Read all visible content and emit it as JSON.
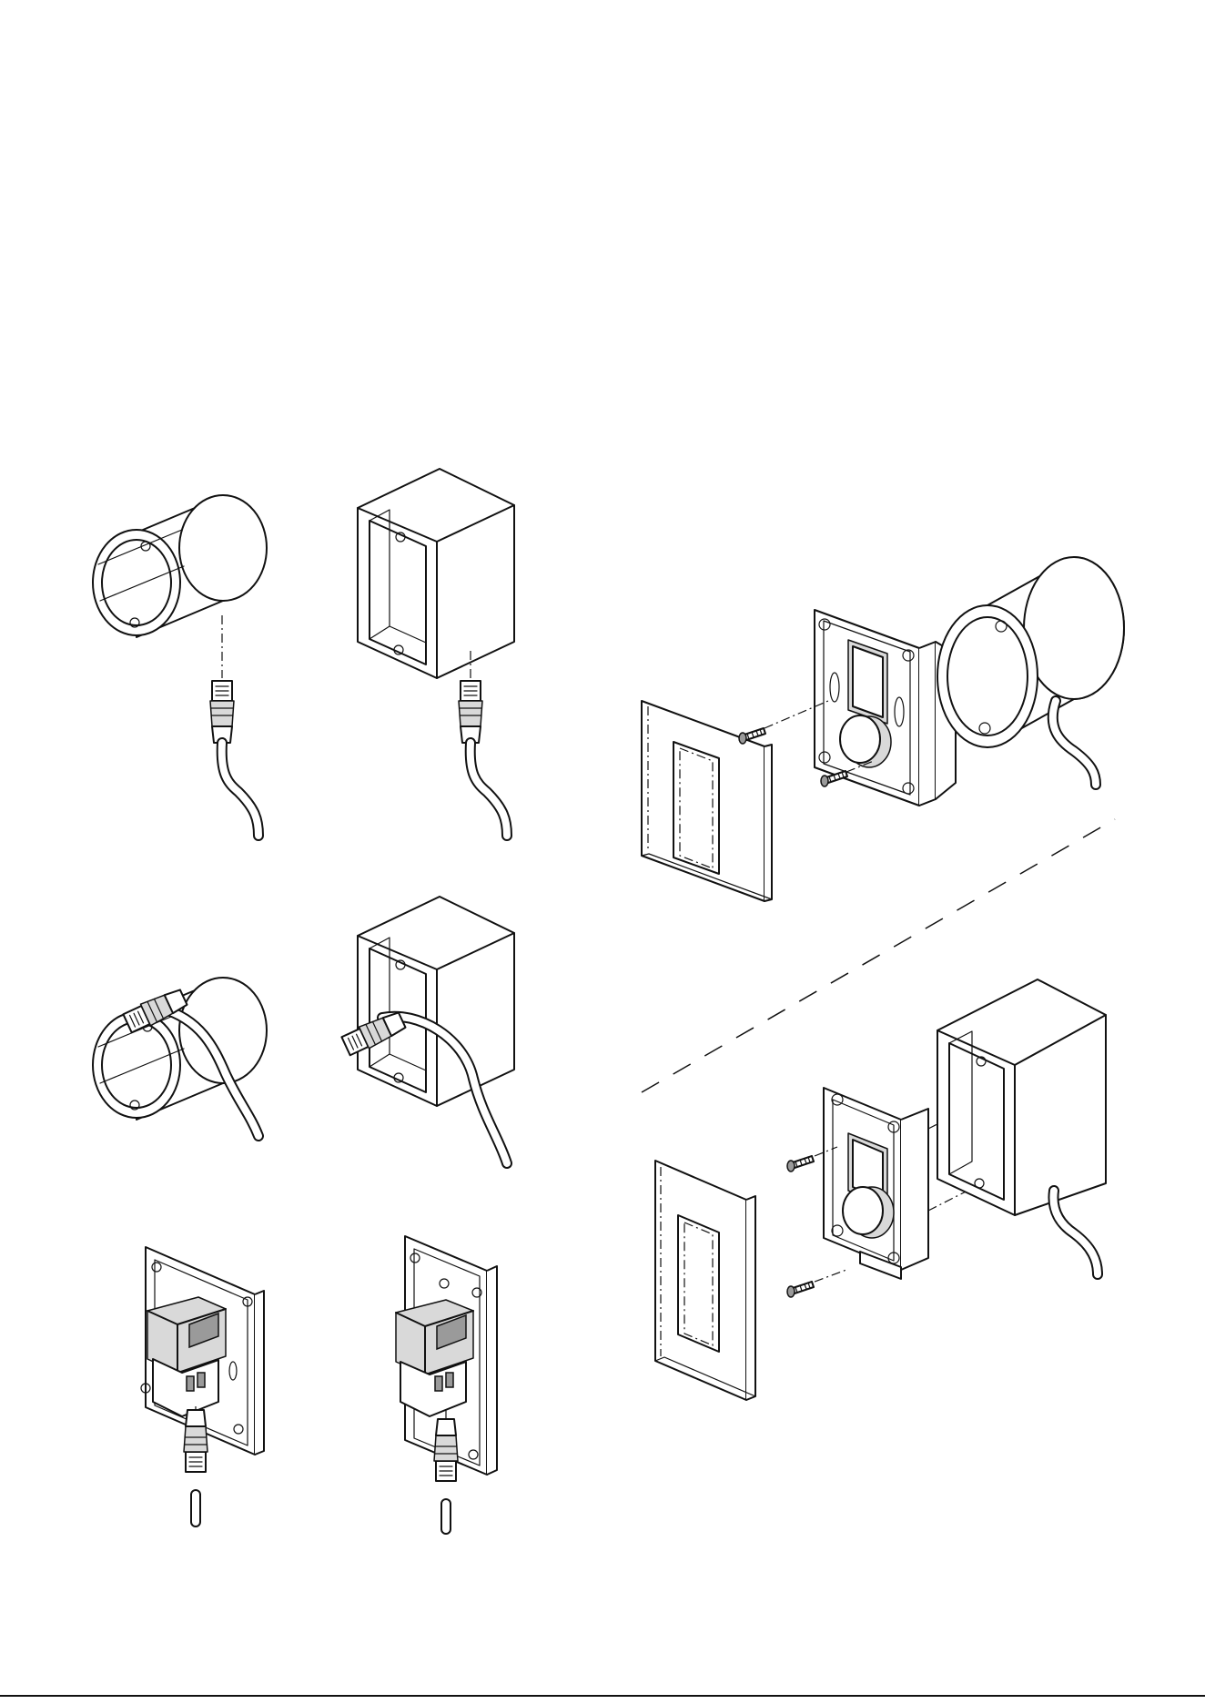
{
  "page": {
    "background": "#ffffff",
    "line_color": "#111111"
  },
  "figures": [
    {
      "name": "round-box-cable-exit",
      "icons": [
        "round-backbox",
        "rj45-plug",
        "cable"
      ]
    },
    {
      "name": "square-box-cable-exit",
      "icons": [
        "rectangular-backbox",
        "rj45-plug",
        "cable"
      ]
    },
    {
      "name": "round-box-cable-through",
      "icons": [
        "round-backbox",
        "rj45-plug",
        "cable"
      ]
    },
    {
      "name": "square-box-cable-through",
      "icons": [
        "rectangular-backbox",
        "rj45-plug",
        "cable"
      ]
    },
    {
      "name": "eu-module-rear-connection",
      "icons": [
        "wall-plate-rear",
        "rj45-plug",
        "cable"
      ]
    },
    {
      "name": "us-module-rear-connection",
      "icons": [
        "wall-plate-rear",
        "rj45-plug",
        "cable"
      ]
    },
    {
      "name": "eu-exploded-assembly",
      "icons": [
        "cover-frame",
        "screw",
        "control-module",
        "knob",
        "round-backbox"
      ]
    },
    {
      "name": "us-exploded-assembly",
      "icons": [
        "cover-frame",
        "screw",
        "control-module",
        "knob",
        "rectangular-backbox"
      ]
    }
  ]
}
